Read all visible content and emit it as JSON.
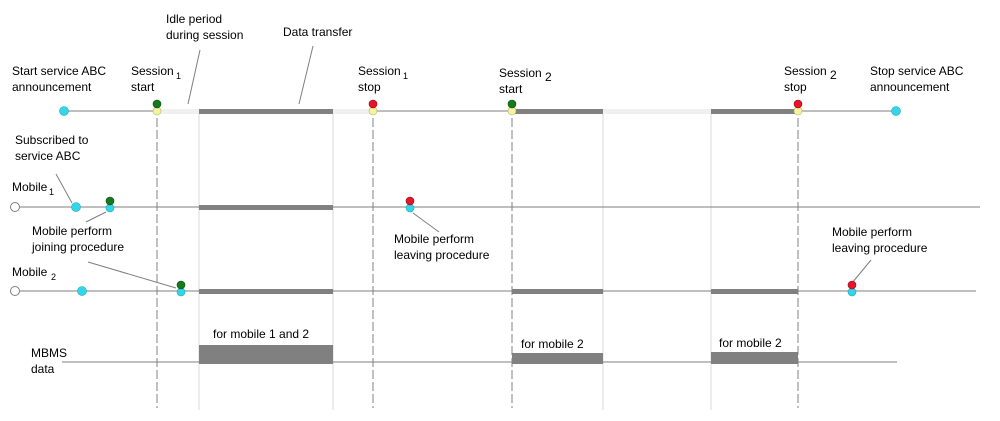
{
  "diagram": {
    "colors": {
      "background": "#ffffff",
      "line": "#7f7f7f",
      "bar": "#808080",
      "idle": "#f0f0f0",
      "dashed": "#808080",
      "lightGuide": "#d8d8d8",
      "cyan": "#33d6e8",
      "yellow": "#f3f3a0",
      "red": "#e8142a",
      "green": "#157a1a",
      "text": "#000000"
    },
    "labels": {
      "announce_start_l1": "Start service ABC",
      "announce_start_l2": "announcement",
      "session1_start_l1": "Session",
      "session1_start_sub": "1",
      "session1_start_l2": "start",
      "idle_l1": "Idle period",
      "idle_l2": "during session",
      "data_transfer": "Data transfer",
      "session1_stop_l1": "Session",
      "session1_stop_sub": "1",
      "session1_stop_l2": "stop",
      "session2_start_l1": "Session",
      "session2_start_sub": "2",
      "session2_start_l2": "start",
      "session2_stop_l1": "Session",
      "session2_stop_sub": "2",
      "session2_stop_l2": "stop",
      "announce_stop_l1": "Stop service ABC",
      "announce_stop_l2": "announcement",
      "subscribed_l1": "Subscribed to",
      "subscribed_l2": "service ABC",
      "mobile1": "Mobile",
      "mobile1_sub": "1",
      "mobile2": "Mobile",
      "mobile2_sub": "2",
      "join_l1": "Mobile perform",
      "join_l2": "joining procedure",
      "leave1_l1": "Mobile perform",
      "leave1_l2": "leaving procedure",
      "leave2_l1": "Mobile perform",
      "leave2_l2": "leaving procedure",
      "mbms_l1": "MBMS",
      "mbms_l2": "data",
      "block1": "for mobile 1 and 2",
      "block2": "for mobile 2",
      "block3": "for mobile 2"
    }
  }
}
